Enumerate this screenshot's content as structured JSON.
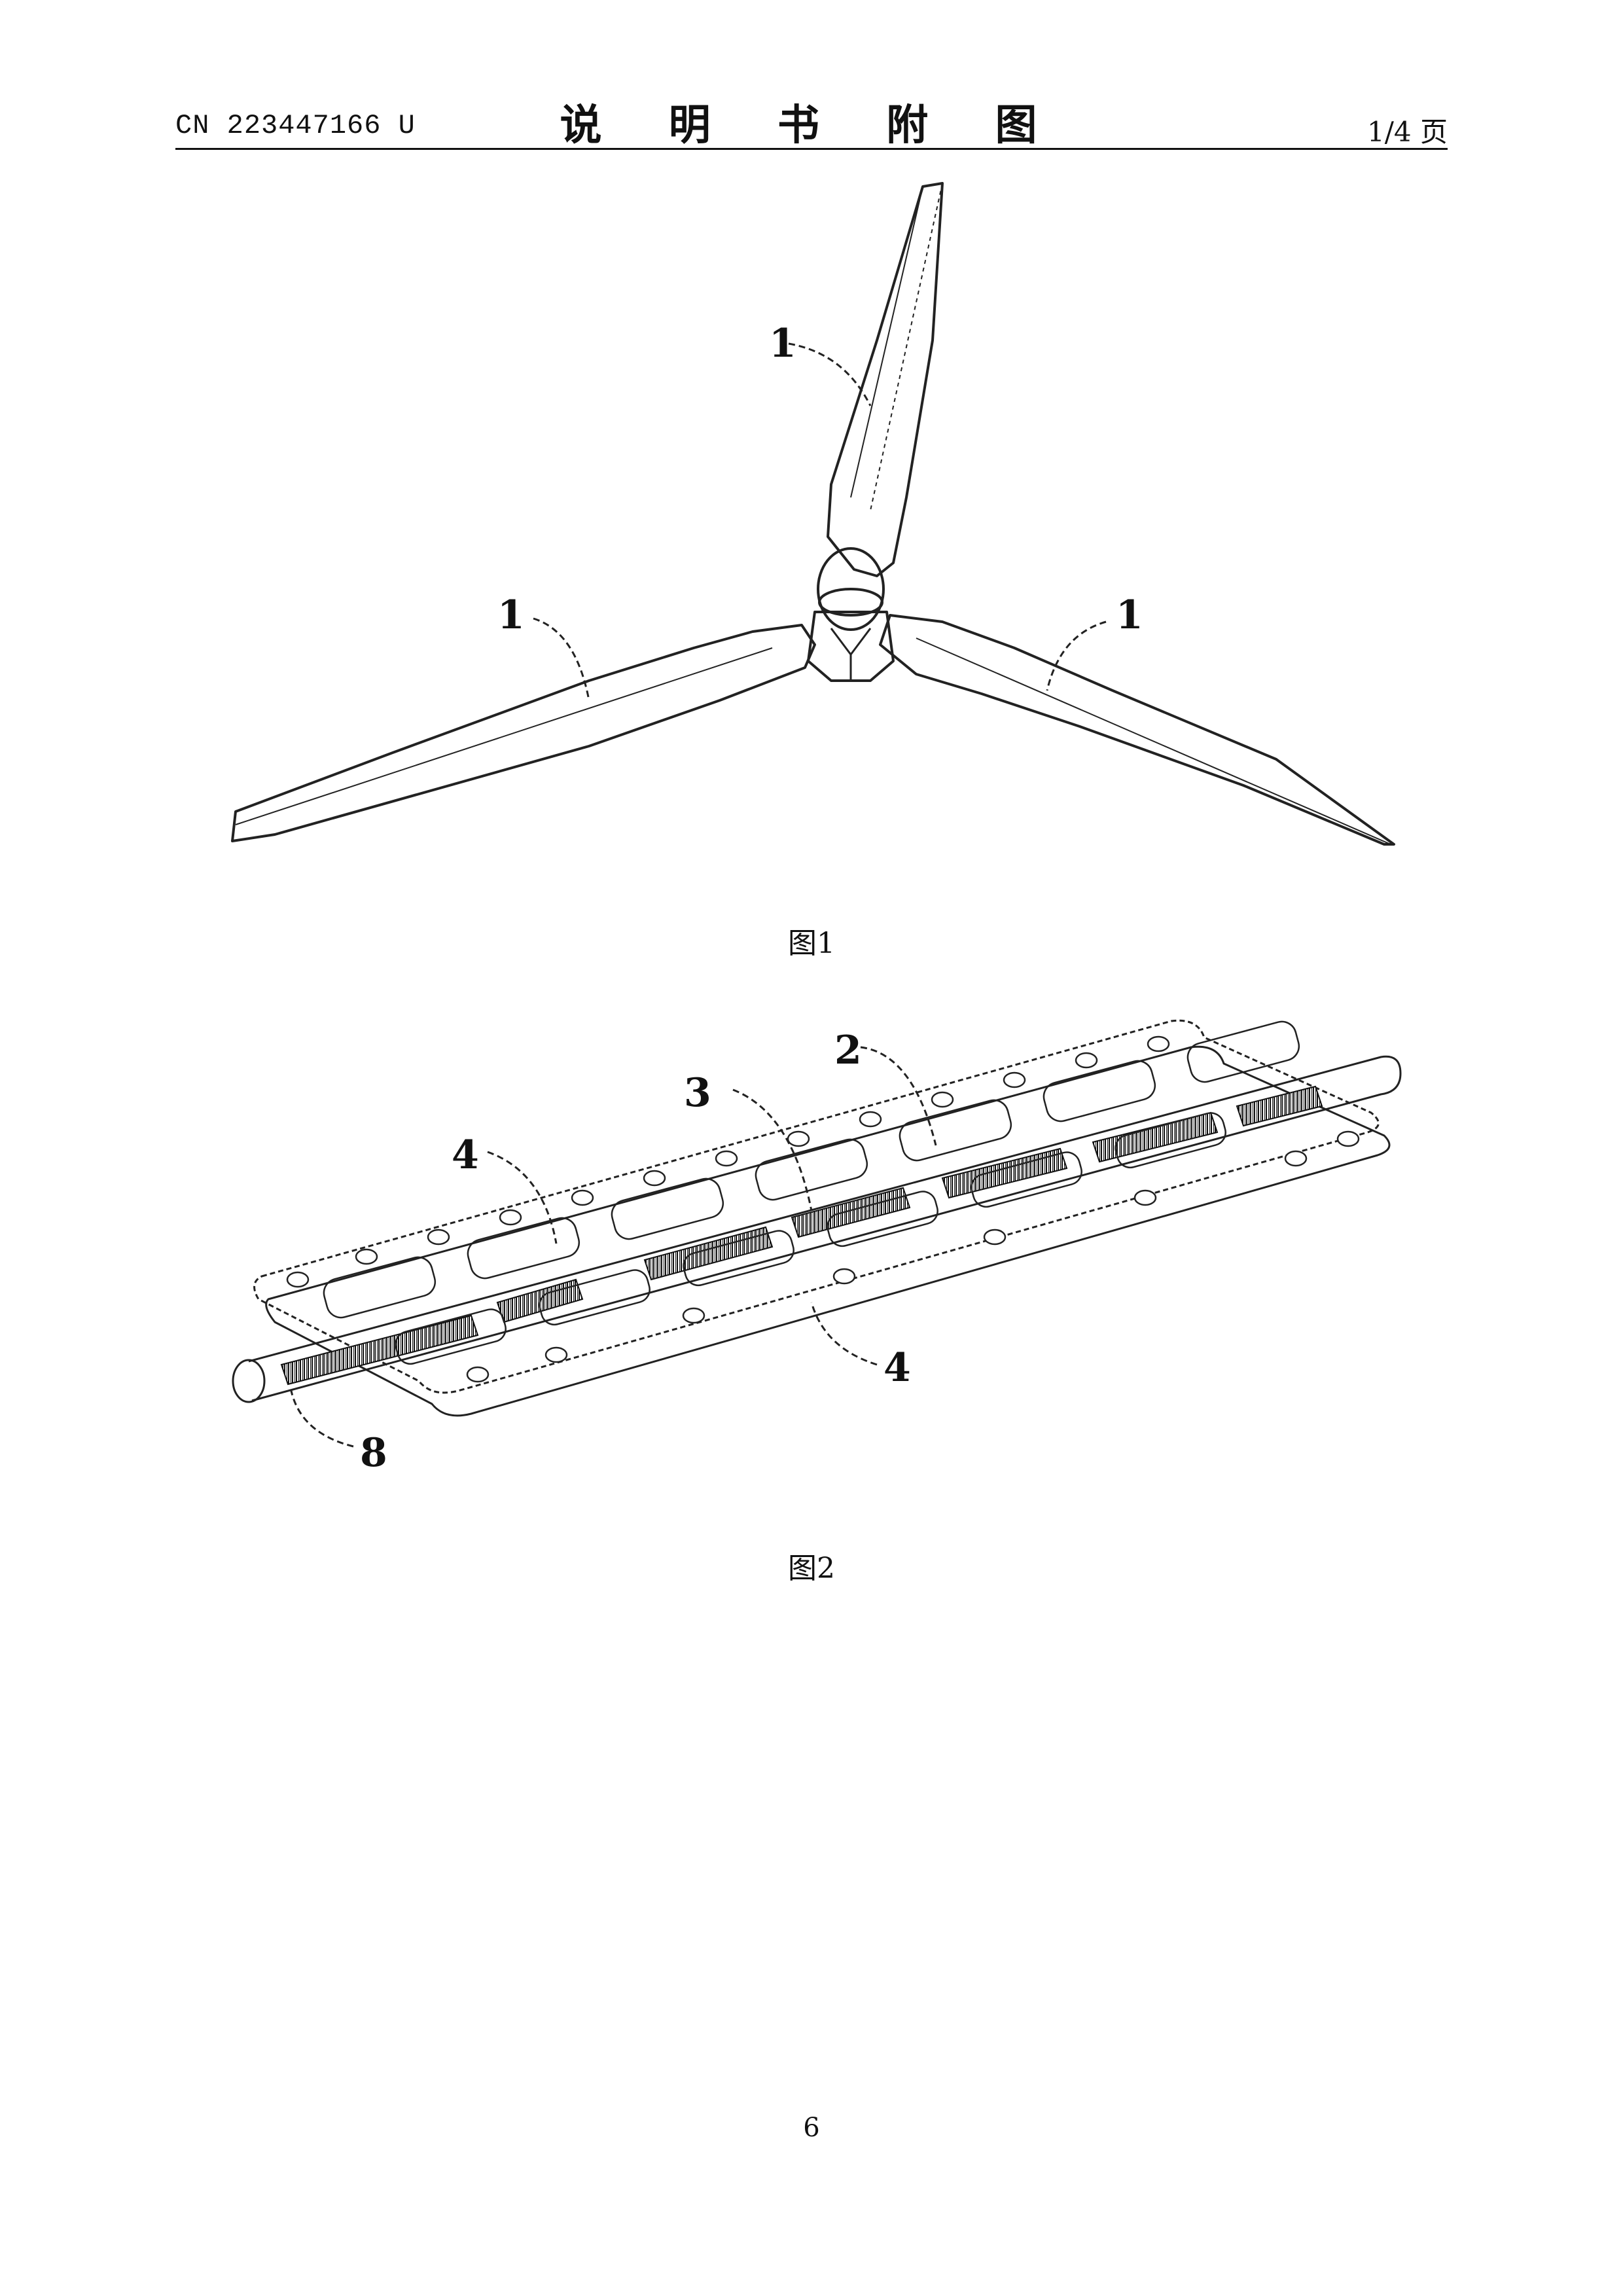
{
  "header": {
    "doc_number": "CN 223447166 U",
    "title": "说 明 书 附 图",
    "page_of": "1/4 页"
  },
  "figure1": {
    "caption": "图1",
    "labels": [
      "1",
      "1",
      "1"
    ]
  },
  "figure2": {
    "caption": "图2",
    "labels": [
      "2",
      "3",
      "4",
      "4",
      "8"
    ]
  },
  "footer": {
    "page_number": "6"
  }
}
